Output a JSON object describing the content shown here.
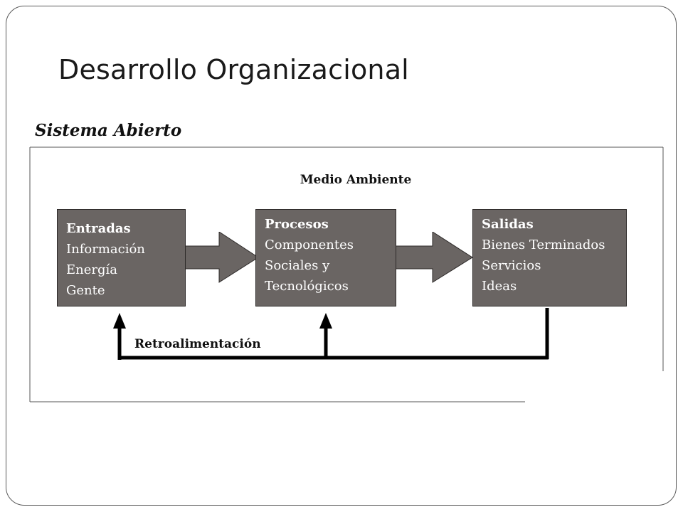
{
  "slide": {
    "title": "Desarrollo Organizacional",
    "subtitle": "Sistema Abierto"
  },
  "diagram": {
    "environment_label": "Medio Ambiente",
    "boxes": [
      {
        "heading": "Entradas",
        "lines": [
          "Información",
          "Energía",
          "Gente"
        ]
      },
      {
        "heading": "Procesos",
        "lines": [
          "Componentes",
          "Sociales y",
          "Tecnológicos"
        ]
      },
      {
        "heading": "Salidas",
        "lines": [
          "Bienes Terminados",
          "Servicios",
          "Ideas"
        ]
      }
    ],
    "feedback_label": "Retroalimentación",
    "box_color": "#6a6563",
    "arrow_color": "#6a6563"
  }
}
